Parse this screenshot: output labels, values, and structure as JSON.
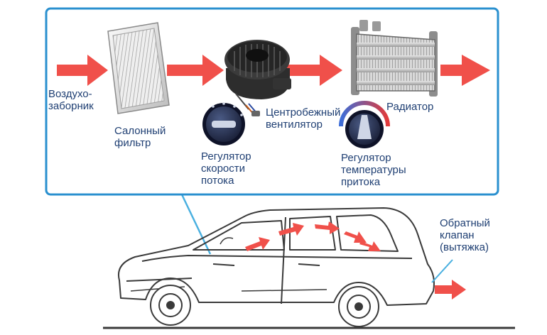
{
  "labels": {
    "air_intake": [
      "Воздухо-",
      "заборник"
    ],
    "cabin_filter": [
      "Салонный",
      "фильтр"
    ],
    "speed_regulator": [
      "Регулятор",
      "скорости",
      "потока"
    ],
    "centrifugal_fan": [
      "Центробежный",
      "вентилятор"
    ],
    "radiator": [
      "Радиатор"
    ],
    "temperature_regulator": [
      "Регулятор",
      "температуры",
      "притока"
    ],
    "check_valve": [
      "Обратный",
      "клапан",
      "(вытяжка)"
    ]
  },
  "colors": {
    "frame_border": "#2a90cf",
    "flow_arrow": "#f0504a",
    "label_text": "#1f3f73",
    "callout_line": "#4ab0e0",
    "car_outline": "#3a3a3a"
  }
}
